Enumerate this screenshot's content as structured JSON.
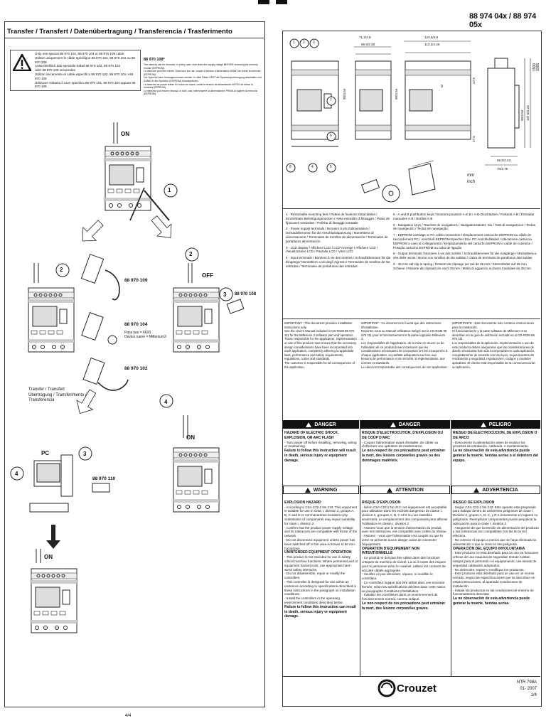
{
  "header": {
    "model": "88 974 04x / 88 974 05x"
  },
  "left_page": {
    "title": "Transfer / Transfert / Datenübertragung / Transferencia / Trasferimento",
    "cable_notice": [
      "Only use special 88 970 102, 88 970 104 or 88 970 109 cable",
      "Utiliser uniquement le câble spécifique 88 970 102, 88 970 104 ou 88 970 109",
      "Ausschließlich das spezielle Kabel 88 970 102, 88 970 104",
      "oder 88 970 109 verwenden",
      "Utilizar únicamente el cable específico 88 970 102, 88 970 104 o 88 970 109",
      "Utilizzare soltanto il cavo specifico 88 970 102, 88 970 104 oppure 88 970 109"
    ],
    "memory_ref": "88 970 108*",
    "memory_text": [
      "The memory can be removed. In every case, shut down the supply voltage BEFORE removing the memory module (EEPROM).",
      "La mémoire peut être retirée. Dans tous les cas, couper la tension d'alimentation AVANT de retirer la mémoire (EEPROM).",
      "Der Speicher kann herausgenommen werden. In allen Fällen ERST die Spannungsversorgung abschalten und DANACH den Speicher (EEPROM) herausnehmen.",
      "La memoria se puede retirar. En todos los casos, cortar la tensión de alimentación ANTES de retirar la memoria (EEPROM).",
      "La memoria può essere rimossa. In tutti i casi, interrompere la alimentazione PRIMA di togliere la memoria (EEPROM)."
    ],
    "step_labels": [
      "1",
      "2",
      "2",
      "3",
      "3",
      "4",
      "4"
    ],
    "state_labels": {
      "on": "ON",
      "off": "OFF"
    },
    "refs": {
      "r109": "88 970 109",
      "r104": "88 970 104",
      "r104_pass": "Pass key = 6633",
      "r104_device": "Device name = Millenium3",
      "r102": "88 970 102",
      "r108": "88 970 108",
      "r110": "88 970 110"
    },
    "transfer_caption": [
      "Transfer / Transfert",
      "Übertragung / Transferimento /",
      "Transferencia"
    ],
    "pc_label": "PC",
    "page_number": "4/4"
  },
  "right_page": {
    "dims": {
      "d1": "71,2/2.8",
      "d2": "59,9/2.35",
      "d3": "124,6/4.9",
      "d4": "113,3/4.46",
      "h1": "90/3.54",
      "h2": "90/3.54",
      "h3": "107.6/4.23",
      "h4": "90/3.54",
      "w1": "56,5/2.22",
      "w2": "70/2.75",
      "v1": "27,5",
      "v2": "27,5",
      "unit_mm": "mm",
      "unit_inch": "inch",
      "side": "1500 0365"
    },
    "callouts": [
      "1",
      "2",
      "3",
      "4",
      "5",
      "6",
      "7",
      "8",
      "9"
    ],
    "legend_left": [
      "1 - Retractable mounting feet / Pattes de fixations rétractables / Einziehbare Befestigungsnocken / Aleta extraíble di fissaggio / Patas de fijaciones retráctiles / Palinha di fissaggio retrattile",
      "2 - Power supply terminals / Borniers à vis d'alimentation / Schraubklemmen für die Anschlussspannung / Morsettiera di alimentazione / Terminales de tornillos de alimentación / Terminales de portafusos alimentación",
      "3 - LCD display / Afficheur LCD / LCD-Anzeige / Afficheur LCD / Visualizzatore LCD / Pantalla LCD / Visor LCD",
      "4 - Input terminals / Borniers à vis des entrées / Schraubklemmen für die Eingänge/ Morsettiere a viti degli ingressi / Terminales de tornillos de las entradas / Terminales de portafusos das entradas"
    ],
    "legend_right": [
      "5 - A and B pushbutton keys / Boutons poussoir A et B / A-B-Drucktasten / Pulsanti A-B / Entradas manuales A-B / Botões A-B",
      "6 - Navigation keys / Touches de navigations / Navigationstasten Isw / Tasti di navigazione / Teclas de navegación / Teclas de navegação",
      "7 - EEPROM cartridge or PC cable connection / Emplacement cartouche EEPROM ou câble de raccordement PC / Anschluß EEPROM-Speicher bzw. PC Anschlußkabel / Ubicazione cartuccia EEPROM o cavo di collegamento / Emplazamiento del cartucho EEPROM o cable de conexión / Posição cartucho EEPROM ou cabo de ligação",
      "8 - Output terminals / Borniers à vis des sorties / Schraubklemmen für die Ausgänge / Morsettiera a vite delle uscite / Borne con tornillos de las salidas / Caixa de terminais de parafusos das saídas",
      "9 - 35 mm rail clip-in spring / Ressort de clipsage sur rail de 35 mm / Klemmfeder auf 35 mm Schiene / Resorte de clipsado en carril 35 mm / Molla di aggancio su barra modulare da 35 mm"
    ],
    "important": [
      "IMPORTANT : This document provides installation instructions only.\nSee the User's Manual included in CD-ROM 88 970 111 for the Millenium 3 software part and operation.\nThose responsible for the application, implementation or use of this product must ensure that the necessary design considerations have been incorporated into each application, completely adhering to applicable laws, performance and safety requirements, regulations, codes and standards.\nThe customer is responsible for all consequences of the application.",
      "IMPORTANT : Ce document ne fournit que des instructions d'installation.\nReportez-vous au Manuel Utilisateur intégré sur le CD-ROM 88 970 111 pour le fonctionnement et la partie logicielle Millenium 3.\nLes responsables de l'application, de la mise en œuvre ou de l'utilisation de ce produit doivent s'assurer que les considérations nécessaires de conception ont été incorporées à chaque application, en parfaite adéquation aux lois, aux besoins de performance et de sécurité, la réglementation, aux normes et standards.\nLe client est responsable des conséquences de son application.",
      "IMPORTANTE : Este documento solo contiene instrucciones para la instalación.\nEl funcionamiento y la parte software de Millenium 3 se describen en la guía de utilización incluida en el CD-ROM 88 970 111.\nLos responsables de la aplicación, implementación o uso de este producto deben asegurarse que las consideraciones de diseño necesarias han sido incorporadas en cada aplicación, completamente de acuerdo con las leyes, requerimientos de rendimiento y seguridad, regulaciones, códigos y modelos aplicables. El cliente está responsable de la consecuencia de su aplicación."
    ],
    "danger_labels": [
      "DANGER",
      "DANGER",
      "PELIGRO"
    ],
    "danger_text": [
      {
        "head": "HAZARD OF ELECTRIC SHOCK, EXPLOSION, OR ARC FLASH",
        "body": "- Turn power off before installing, removing, wiring or maintaining.",
        "foot": "Failure to follow this instruction will result in death, serious injury or equipment damage."
      },
      {
        "head": "RISQUE D'ELECTROCUTION, D'EXPLOSION OU DE COUP D'ARC",
        "body": "- Coupez l'alimentation avant d'installer, de câbler ou d'effectuer une opération de maintenance.",
        "foot": "Le non-respect de ces précautions peut entraîner la mort, des lésions corporelles graves ou des dommages matériels."
      },
      {
        "head": "RIESGO DE ELECTROCUCION, DE EXPLOSION O DE ARCO",
        "body": "- Desconecte la alimentación antes de realizar los procesos de instalación, cableado, o mantenimiento.",
        "foot": "La no observación de esta advertencia puede generar la muerte, heridas serias o el deterioro del equipo."
      }
    ],
    "warning_labels": [
      "WARNING",
      "ATTENTION",
      "ADVERTENCIA"
    ],
    "warning_text": [
      {
        "head": "EXPLOSION HAZARD",
        "body": "- According to CSA C22.2 No 213: This equipment is suitable for use in class I, division 2, groups A, B, C and D or non-hazardous locations only. Substitution of components may impair suitability for class I, division 2.\n- Confirm that the product power supply voltage and its tolerances are compatible with those of the network.\n- Do not disconnect equipment unless power has been switched off or the area is known to be non-hazardous.",
        "head2": "UNINTENDED EQUIPMENT OPERATION",
        "body2": "- This product is not intended for use in safety critical machine functions. Where personnel and or equipment hazard exist, use appropriate hard-wired safety interlocks.\n- Do not disassemble, repair or modify the controllers.\n- This controller is designed for use within an enclosure according to specifications described in these instructions in the paragraph on installation conditions.\n- Install the controllers in the operating environment conditions described below.",
        "foot": "Failure to follow this instruction can result in death, serious injury or equipment damage."
      },
      {
        "head": "RISQUE D'EXPLOSION",
        "body": "- Selon CSA C22.2 No 213: cet équipement est acceptable pour utilisation dans les endroits dangereux de classe I, division 2, groupes A, B, C et D ou non classifiés seulement. Le remplacement des composants peut affecter l'utilisation en classe I, division 2.\n- Assurez-vous que la tension d'alimentation du produit, avec ses tolérances, est compatible avec celles du réseau.\n- Assurez - vous que l'alimentation est coupée ou que la zone ne présente aucun danger avant de connecter l'équipement.",
        "head2": "OPERATION D'EQUIPEMENT NON INTENTIONNELLE",
        "body2": "- Ce produit ne doit pas être utilisé dans des fonctions critiques de machine de sûreté. Là où il existe des risques pour le personnel et/ou le matériel, utilisez les contacts de sécurité câblés appropriés.\n- Veuillez ne pas démonter, réparer, ni modifier le contrôleur.\n- Ce contrôleur logique doit être utilisé dans une enceinte fermée, selon les spécifications décrites dans cette notice, au paragraphe Conditions d'installation.\n- Installez les contrôleurs dans un environnement de fonctionnement normal, comme indiqué.",
        "foot": "Le non-respect de ces précautions peut entraîner la mort, des lésions corporelles graves."
      },
      {
        "head": "RIESGO DE EXPLOSION",
        "body": "- Según CSA C22.2 No 213: Este aparato esta preparado para trabajar dentro de ambientes peligrosos de clase I, División 2, grupos A, B, C, y D o únicamente en lugares no peligrosos. Reemplazar componentes puede perjudicar la adecuación para la clase I, división 2.\n- Asegúrese de que la tensión de alimentación del producto y sus tolerancias son compatibles con las de la red eléctrica.\n- No conecte el equipo a menos que se haya eliminado la alimentación o que la zona no sea peligrosa.",
        "head2": "OPERACIÓN DEL EQUIPO INVOLUNTARIA",
        "body2": "- Este producto no esta diseñado para un uso en funciones críticas de una maquina de seguridad. Donde existan riesgos para el personal o el equipamiento, use sienes de seguridad cableados adoptados.\n- No desmonte, repare o modifique los productos.\n- Este producto está diseñado para un uso en un recinto cerrado, según las especificaciones que se describen en estas instrucciones, al apartado Condiciones de instalación.\n- Instale los productos en las condiciones de entorno de funcionamiento descritas.",
        "foot": "La no observación de esta advertencia puede generar la muerte, heridas serias."
      }
    ],
    "brand": "Crouzet",
    "doc_code": "NTR 798A",
    "doc_date": "01- 2007",
    "page": "1/4"
  }
}
